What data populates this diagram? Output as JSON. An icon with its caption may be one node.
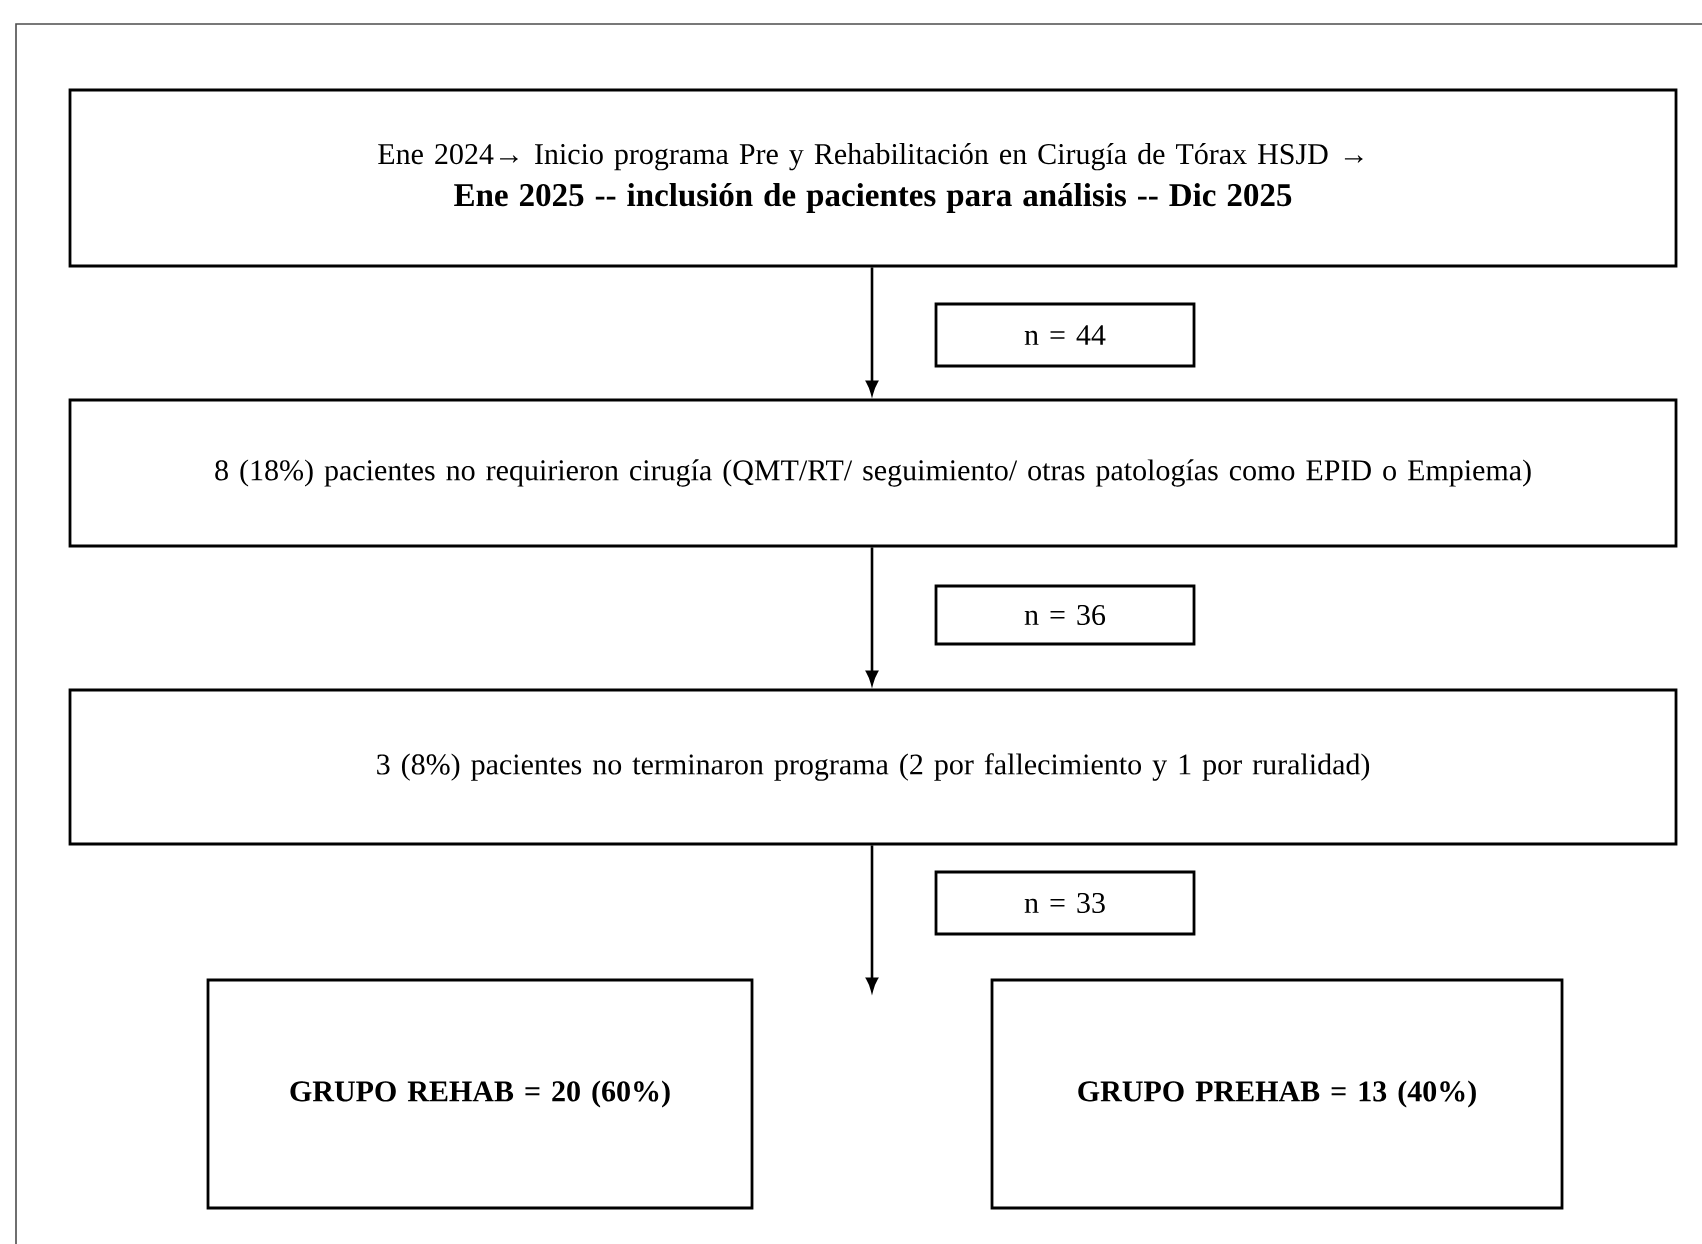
{
  "diagram": {
    "nodes": [
      {
        "text": [
          "Ene 2024→ Inicio programa Pre y Rehabilitación en Cirugía de Tórax HSJD →",
          "Ene 2025 -- inclusión de pacientes para análisis  -- Dic 2025"
        ]
      },
      {
        "text": [
          "n = 44"
        ]
      },
      {
        "text": [
          "8 (18%) pacientes no requirieron cirugía  (QMT/RT/ seguimiento/ otras patologías como EPID o Empiema)"
        ]
      },
      {
        "text": [
          "n = 36"
        ]
      },
      {
        "text": [
          "3 (8%) pacientes no terminaron programa (2 por fallecimiento y 1 por ruralidad)"
        ]
      },
      {
        "text": [
          "n = 33"
        ]
      },
      {
        "text": [
          "GRUPO REHAB = 20 (60%)"
        ]
      },
      {
        "text": [
          "GRUPO PREHAB = 13 (40%)"
        ]
      }
    ],
    "edges": [
      {
        "from": 0,
        "to": 2,
        "arrow": "to"
      },
      {
        "from": 2,
        "to": 4,
        "arrow": "to"
      },
      {
        "from": 4,
        "to": null,
        "arrow": "to"
      }
    ]
  }
}
